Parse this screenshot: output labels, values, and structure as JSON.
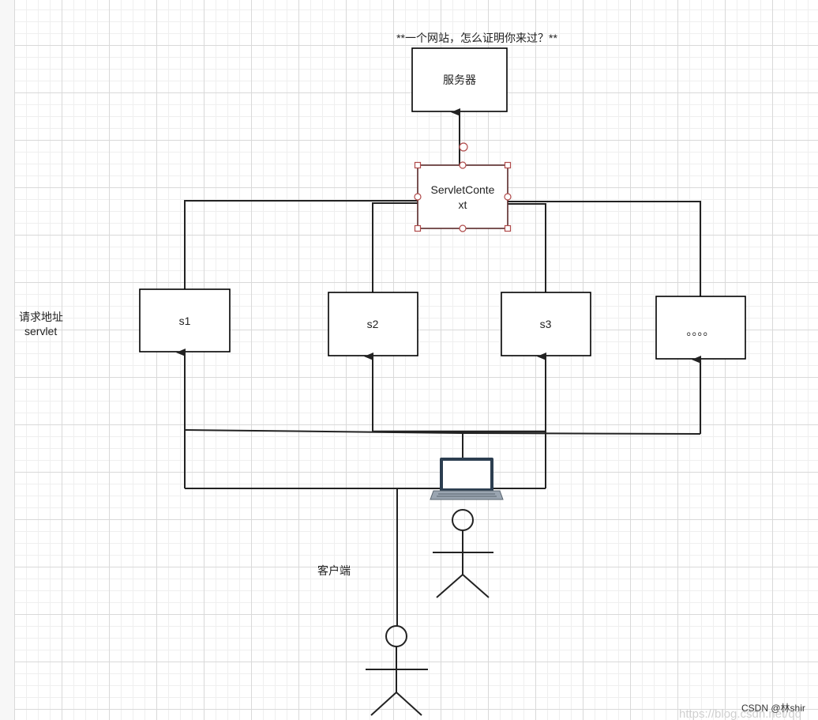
{
  "diagram": {
    "title": "**一个网站，怎么证明你来过？**",
    "server_label": "服务器",
    "context_label_line1": "ServletConte",
    "context_label_line2": "xt",
    "servlets": [
      "s1",
      "s2",
      "s3",
      "。。。。"
    ],
    "left_label_line1": "请求地址",
    "left_label_line2": "servlet",
    "client_label": "客户端",
    "selection_color": "#b04a4a"
  },
  "footer": {
    "watermark_text": "https://blog.csdn.net/qq",
    "credit": "CSDN @林shir"
  }
}
